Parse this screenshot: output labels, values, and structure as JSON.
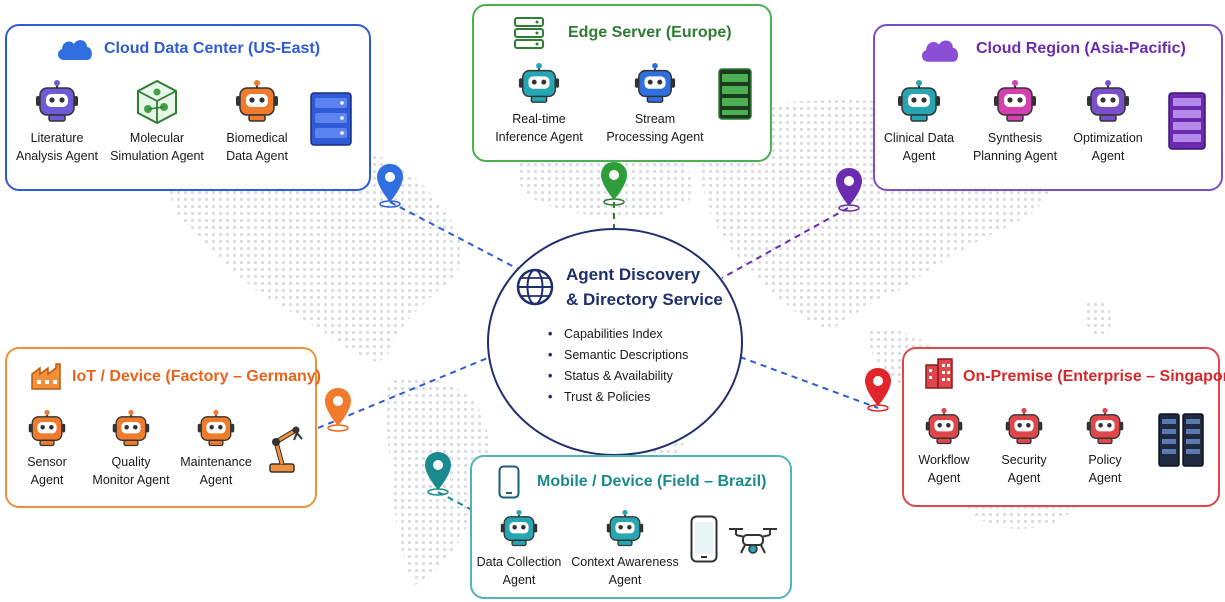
{
  "hub": {
    "title_line1": "Agent Discovery",
    "title_line2": "& Directory Service",
    "items": [
      "Capabilities Index",
      "Semantic Descriptions",
      "Status & Availability",
      "Trust & Policies"
    ]
  },
  "regions": {
    "us_east": {
      "title": "Cloud Data Center (US-East)",
      "color": "#2f5bd6",
      "agents": [
        {
          "line1": "Literature",
          "line2": "Analysis Agent"
        },
        {
          "line1": "Molecular",
          "line2": "Simulation Agent"
        },
        {
          "line1": "Biomedical",
          "line2": "Data Agent"
        }
      ]
    },
    "europe": {
      "title": "Edge Server (Europe)",
      "color": "#2e7d32",
      "agents": [
        {
          "line1": "Real-time",
          "line2": "Inference Agent"
        },
        {
          "line1": "Stream",
          "line2": "Processing Agent"
        }
      ]
    },
    "asia_pacific": {
      "title": "Cloud Region (Asia-Pacific)",
      "color": "#6a2bb0",
      "agents": [
        {
          "line1": "Clinical Data",
          "line2": "Agent"
        },
        {
          "line1": "Synthesis",
          "line2": "Planning Agent"
        },
        {
          "line1": "Optimization",
          "line2": "Agent"
        }
      ]
    },
    "germany": {
      "title": "IoT / Device (Factory – Germany)",
      "color": "#e8641b",
      "agents": [
        {
          "line1": "Sensor",
          "line2": "Agent"
        },
        {
          "line1": "Quality",
          "line2": "Monitor Agent"
        },
        {
          "line1": "Maintenance",
          "line2": "Agent"
        }
      ]
    },
    "brazil": {
      "title": "Mobile / Device (Field – Brazil)",
      "color": "#1b8a8f",
      "agents": [
        {
          "line1": "Data Collection",
          "line2": "Agent"
        },
        {
          "line1": "Context Awareness",
          "line2": "Agent"
        }
      ]
    },
    "singapore": {
      "title": "On-Premise (Enterprise – Singapore)",
      "color": "#d62828",
      "agents": [
        {
          "line1": "Workflow",
          "line2": "Agent"
        },
        {
          "line1": "Security",
          "line2": "Agent"
        },
        {
          "line1": "Policy",
          "line2": "Agent"
        }
      ]
    }
  },
  "icons": {
    "hub": "globe-icon",
    "us_east": [
      "cloud-icon",
      "robot-icon",
      "molecule-cube-icon",
      "server-rack-icon",
      "map-pin-icon"
    ],
    "europe": [
      "server-stack-icon",
      "robot-icon",
      "server-rack-icon",
      "map-pin-icon"
    ],
    "asia_pacific": [
      "cloud-icon",
      "robot-icon",
      "server-rack-icon",
      "map-pin-icon"
    ],
    "germany": [
      "factory-icon",
      "robot-icon",
      "robotic-arm-icon",
      "map-pin-icon"
    ],
    "brazil": [
      "smartphone-icon",
      "robot-icon",
      "drone-icon",
      "map-pin-icon"
    ],
    "singapore": [
      "building-icon",
      "robot-icon",
      "server-rack-icon",
      "map-pin-icon"
    ]
  }
}
